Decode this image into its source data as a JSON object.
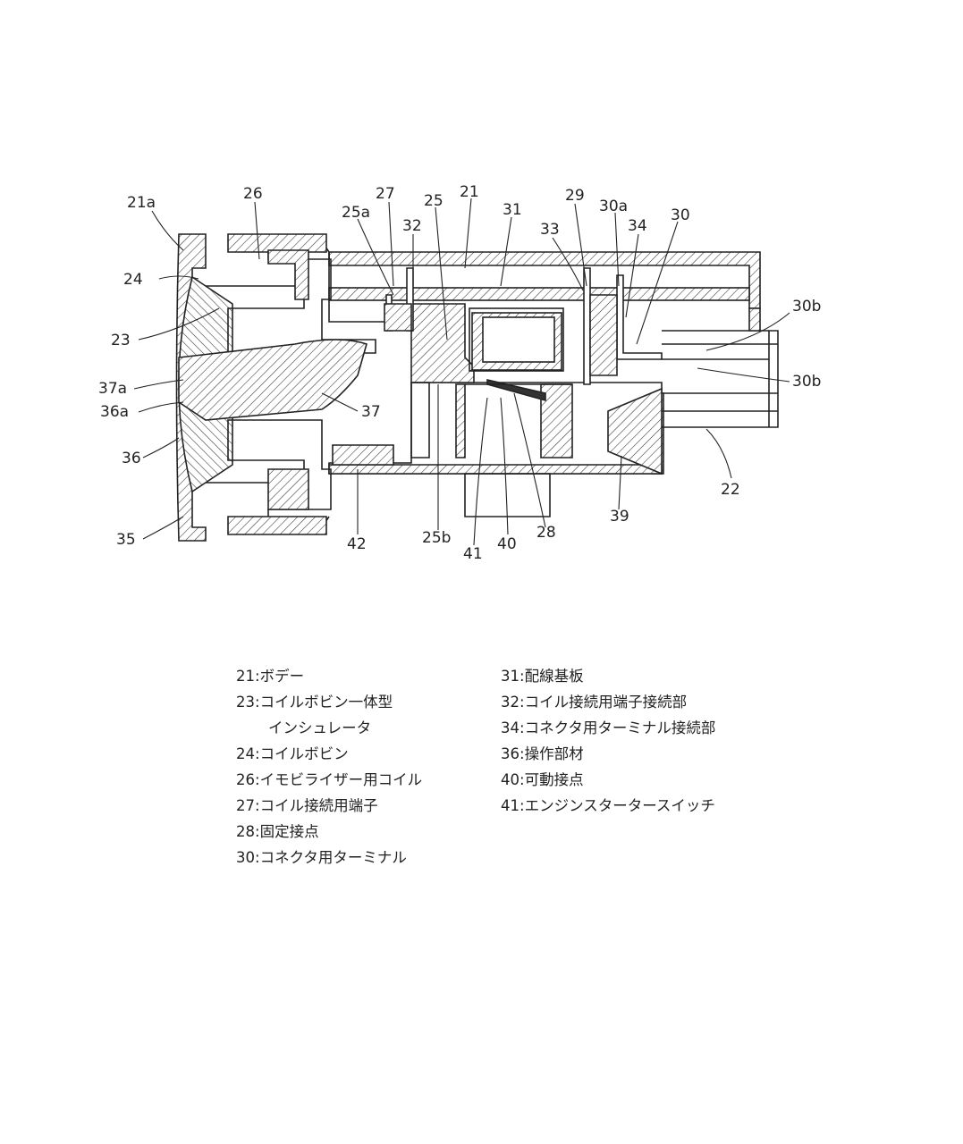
{
  "reference_labels": [
    {
      "id": "21a",
      "text": "21a"
    },
    {
      "id": "26",
      "text": "26"
    },
    {
      "id": "27",
      "text": "27"
    },
    {
      "id": "25",
      "text": "25"
    },
    {
      "id": "21",
      "text": "21"
    },
    {
      "id": "25a",
      "text": "25a"
    },
    {
      "id": "32",
      "text": "32"
    },
    {
      "id": "31",
      "text": "31"
    },
    {
      "id": "29",
      "text": "29"
    },
    {
      "id": "30a",
      "text": "30a"
    },
    {
      "id": "33",
      "text": "33"
    },
    {
      "id": "34",
      "text": "34"
    },
    {
      "id": "30",
      "text": "30"
    },
    {
      "id": "24",
      "text": "24"
    },
    {
      "id": "30b_top",
      "text": "30b"
    },
    {
      "id": "23",
      "text": "23"
    },
    {
      "id": "30b_bottom",
      "text": "30b"
    },
    {
      "id": "37a",
      "text": "37a"
    },
    {
      "id": "36a",
      "text": "36a"
    },
    {
      "id": "37",
      "text": "37"
    },
    {
      "id": "36",
      "text": "36"
    },
    {
      "id": "22",
      "text": "22"
    },
    {
      "id": "39",
      "text": "39"
    },
    {
      "id": "35",
      "text": "35"
    },
    {
      "id": "42",
      "text": "42"
    },
    {
      "id": "25b",
      "text": "25b"
    },
    {
      "id": "28",
      "text": "28"
    },
    {
      "id": "40",
      "text": "40"
    },
    {
      "id": "41",
      "text": "41"
    }
  ],
  "legend": {
    "left": [
      {
        "num": "21:",
        "text": "ボデー"
      },
      {
        "num": "23:",
        "text": "コイルボビン一体型",
        "cont": "インシュレータ"
      },
      {
        "num": "24:",
        "text": "コイルボビン"
      },
      {
        "num": "26:",
        "text": "イモビライザー用コイル"
      },
      {
        "num": "27:",
        "text": "コイル接続用端子"
      },
      {
        "num": "28:",
        "text": "固定接点"
      },
      {
        "num": "30:",
        "text": "コネクタ用ターミナル"
      }
    ],
    "right": [
      {
        "num": "31:",
        "text": "配線基板"
      },
      {
        "num": "32:",
        "text": "コイル接続用端子接続部"
      },
      {
        "num": "34:",
        "text": "コネクタ用ターミナル接続部"
      },
      {
        "num": "36:",
        "text": "操作部材"
      },
      {
        "num": "40:",
        "text": "可動接点"
      },
      {
        "num": "41:",
        "text": "エンジンスタータースイッチ"
      }
    ]
  }
}
